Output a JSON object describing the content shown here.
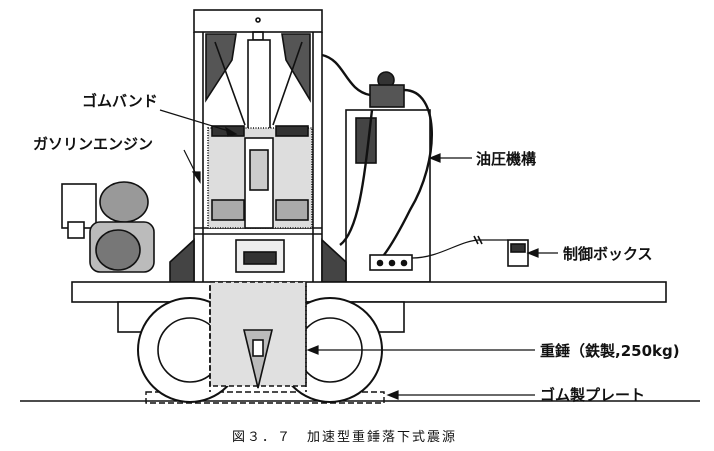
{
  "labels": {
    "rubber_band": "ゴムバンド",
    "gasoline_engine": "ガソリンエンジン",
    "hydraulic_mechanism": "油圧機構",
    "control_box": "制御ボックス",
    "weight": "重錘（鉄製,250kg)",
    "rubber_plate": "ゴム製プレート"
  },
  "caption": "図３．７　加速型重錘落下式震源"
}
